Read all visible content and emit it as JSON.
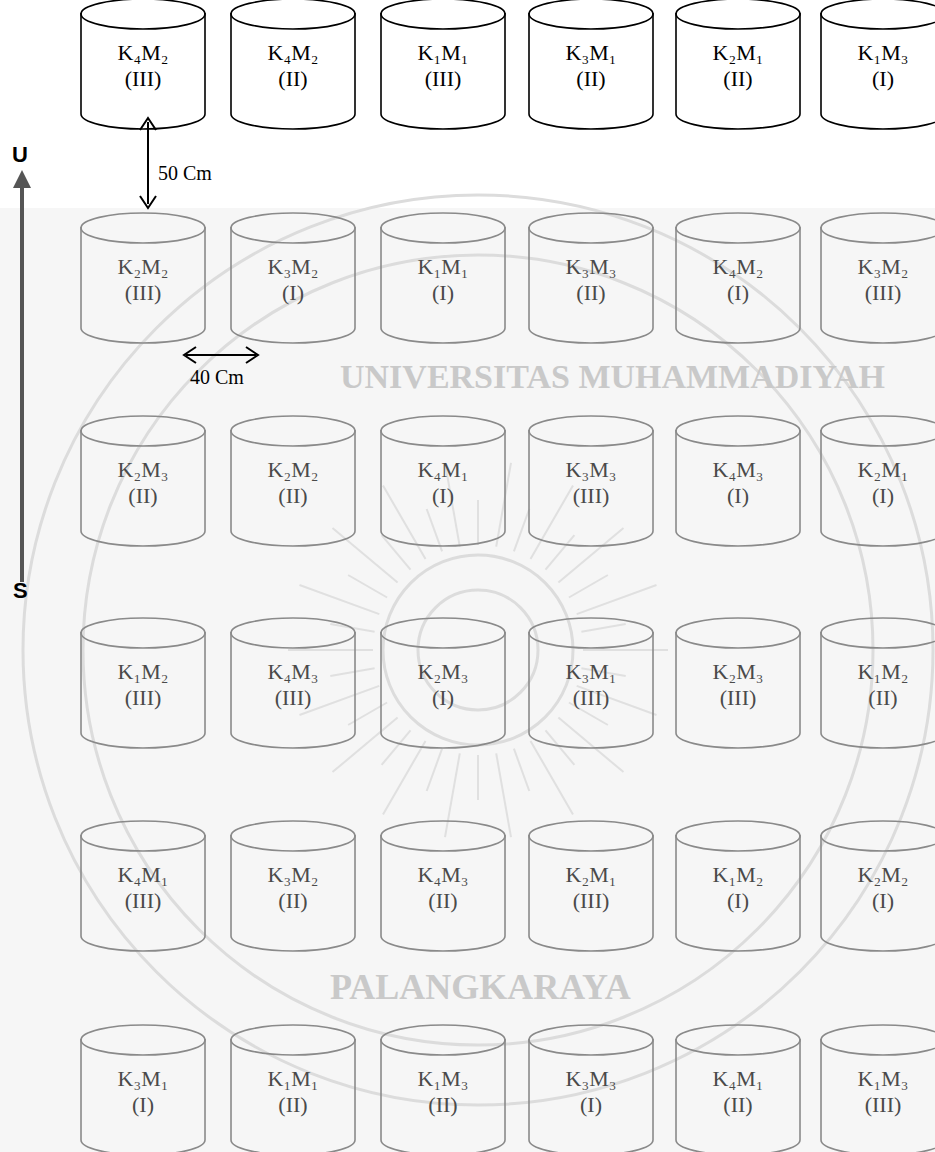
{
  "diagram": {
    "nodes": [
      {
        "text": [
          "K₄M₂",
          "(III)"
        ]
      },
      {
        "text": [
          "K₄M₂",
          "(II)"
        ]
      },
      {
        "text": [
          "K₁M₁",
          "(III)"
        ]
      },
      {
        "text": [
          "K₃M₁",
          "(II)"
        ]
      },
      {
        "text": [
          "K₂M₁",
          "(II)"
        ]
      },
      {
        "text": [
          "K₁M₃",
          "(I)"
        ]
      },
      {
        "text": [
          "K₂M₂",
          "(III)"
        ]
      },
      {
        "text": [
          "K₃M₂",
          "(I)"
        ]
      },
      {
        "text": [
          "K₁M₁",
          "(I)"
        ]
      },
      {
        "text": [
          "K₃M₃",
          "(II)"
        ]
      },
      {
        "text": [
          "K₄M₂",
          "(I)"
        ]
      },
      {
        "text": [
          "K₃M₂",
          "(III)"
        ]
      },
      {
        "text": [
          "K₂M₃",
          "(II)"
        ]
      },
      {
        "text": [
          "K₂M₂",
          "(II)"
        ]
      },
      {
        "text": [
          "K₄M₁",
          "(I)"
        ]
      },
      {
        "text": [
          "K₃M₃",
          "(III)"
        ]
      },
      {
        "text": [
          "K₄M₃",
          "(I)"
        ]
      },
      {
        "text": [
          "K₂M₁",
          "(I)"
        ]
      },
      {
        "text": [
          "K₁M₂",
          "(III)"
        ]
      },
      {
        "text": [
          "K₄M₃",
          "(III)"
        ]
      },
      {
        "text": [
          "K₂M₃",
          "(I)"
        ]
      },
      {
        "text": [
          "K₃M₁",
          "(III)"
        ]
      },
      {
        "text": [
          "K₂M₃",
          "(III)"
        ]
      },
      {
        "text": [
          "K₁M₂",
          "(II)"
        ]
      },
      {
        "text": [
          "K₄M₁",
          "(III)"
        ]
      },
      {
        "text": [
          "K₃M₂",
          "(II)"
        ]
      },
      {
        "text": [
          "K₄M₃",
          "(II)"
        ]
      },
      {
        "text": [
          "K₂M₁",
          "(III)"
        ]
      },
      {
        "text": [
          "K₁M₂",
          "(I)"
        ]
      },
      {
        "text": [
          "K₂M₂",
          "(I)"
        ]
      },
      {
        "text": [
          "K₃M₁",
          "(I)"
        ]
      },
      {
        "text": [
          "K₁M₁",
          "(II)"
        ]
      },
      {
        "text": [
          "K₁M₃",
          "(II)"
        ]
      },
      {
        "text": [
          "K₃M₃",
          "(I)"
        ]
      },
      {
        "text": [
          "K₄M₁",
          "(II)"
        ]
      },
      {
        "text": [
          "K₁M₃",
          "(III)"
        ]
      }
    ],
    "labels": [
      "U",
      "S",
      "50 Cm",
      "40 Cm",
      "UNIVERSITAS MUHAMMADIYAH",
      "PALANGKARAYA"
    ]
  }
}
